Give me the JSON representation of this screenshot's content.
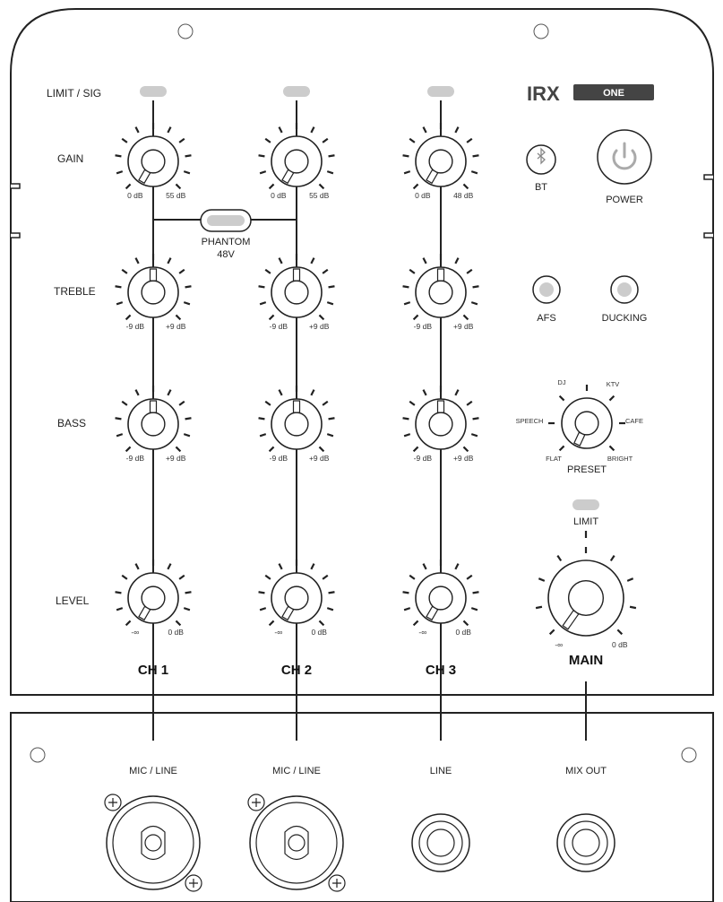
{
  "brand": {
    "logo_main": "IRX",
    "logo_sub": "ONE"
  },
  "rows": {
    "limit_sig": "LIMIT / SIG",
    "gain": "GAIN",
    "treble": "TREBLE",
    "bass": "BASS",
    "level": "LEVEL"
  },
  "phantom": {
    "line1": "PHANTOM",
    "line2": "48V"
  },
  "channels": [
    {
      "name": "CH 1",
      "gain_min": "0 dB",
      "gain_max": "55 dB",
      "treble_min": "-9 dB",
      "treble_max": "+9 dB",
      "bass_min": "-9 dB",
      "bass_max": "+9 dB",
      "level_min": "-∞",
      "level_max": "0 dB",
      "input_label": "MIC / LINE"
    },
    {
      "name": "CH 2",
      "gain_min": "0 dB",
      "gain_max": "55 dB",
      "treble_min": "-9 dB",
      "treble_max": "+9 dB",
      "bass_min": "-9 dB",
      "bass_max": "+9 dB",
      "level_min": "-∞",
      "level_max": "0 dB",
      "input_label": "MIC / LINE"
    },
    {
      "name": "CH 3",
      "gain_min": "0 dB",
      "gain_max": "48 dB",
      "treble_min": "-9 dB",
      "treble_max": "+9 dB",
      "bass_min": "-9 dB",
      "bass_max": "+9 dB",
      "level_min": "-∞",
      "level_max": "0 dB",
      "input_label": "LINE"
    }
  ],
  "buttons": {
    "bt": "BT",
    "power": "POWER",
    "afs": "AFS",
    "ducking": "DUCKING"
  },
  "preset": {
    "label": "PRESET",
    "dj": "DJ",
    "ktv": "KTV",
    "speech": "SPEECH",
    "cafe": "CAFE",
    "flat": "FLAT",
    "bright": "BRIGHT"
  },
  "main": {
    "name": "MAIN",
    "limit": "LIMIT",
    "min": "-∞",
    "max": "0 dB"
  },
  "mix_out": "MIX OUT",
  "colors": {
    "stroke": "#222222",
    "led": "#cccccc",
    "panel": "#ffffff"
  }
}
